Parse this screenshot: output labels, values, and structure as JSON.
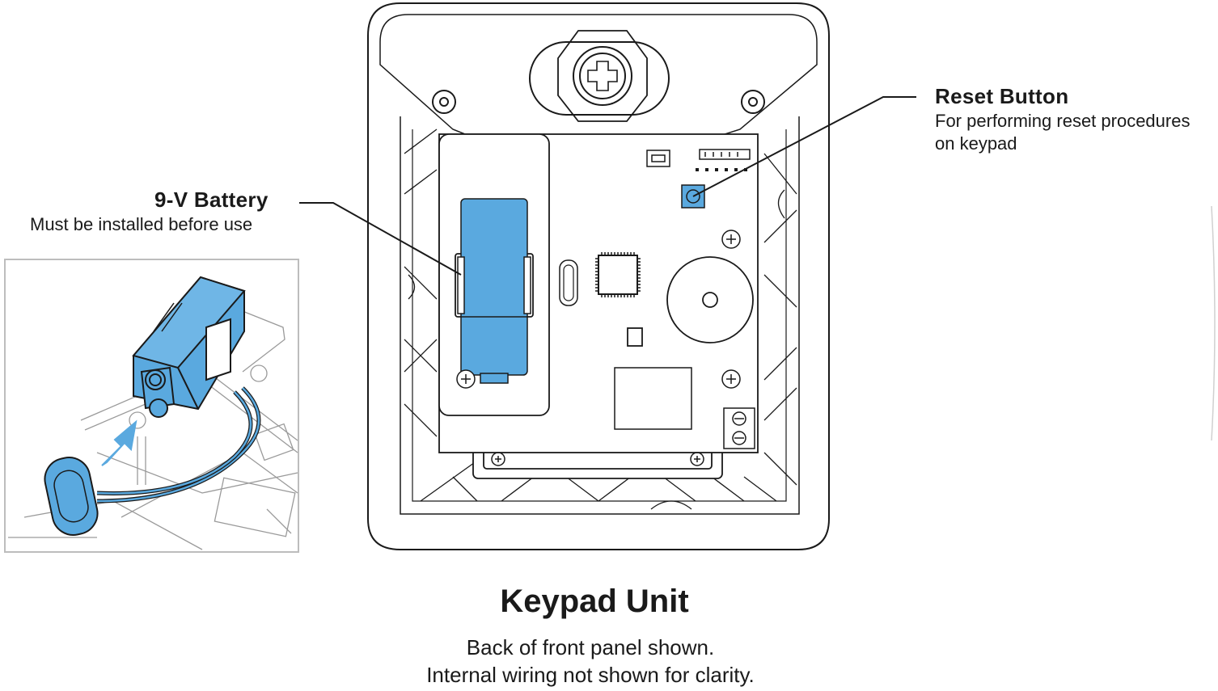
{
  "callouts": {
    "battery": {
      "title": "9-V Battery",
      "description": "Must be installed before use"
    },
    "reset": {
      "title": "Reset Button",
      "description_line1": "For performing reset procedures",
      "description_line2": "on keypad"
    }
  },
  "caption": {
    "title": "Keypad Unit",
    "line1": "Back of front panel shown.",
    "line2": "Internal wiring not shown for clarity."
  },
  "colors": {
    "highlight": "#5aa9df",
    "outline": "#1a1a1a",
    "inset_border": "#bdbdbd"
  }
}
